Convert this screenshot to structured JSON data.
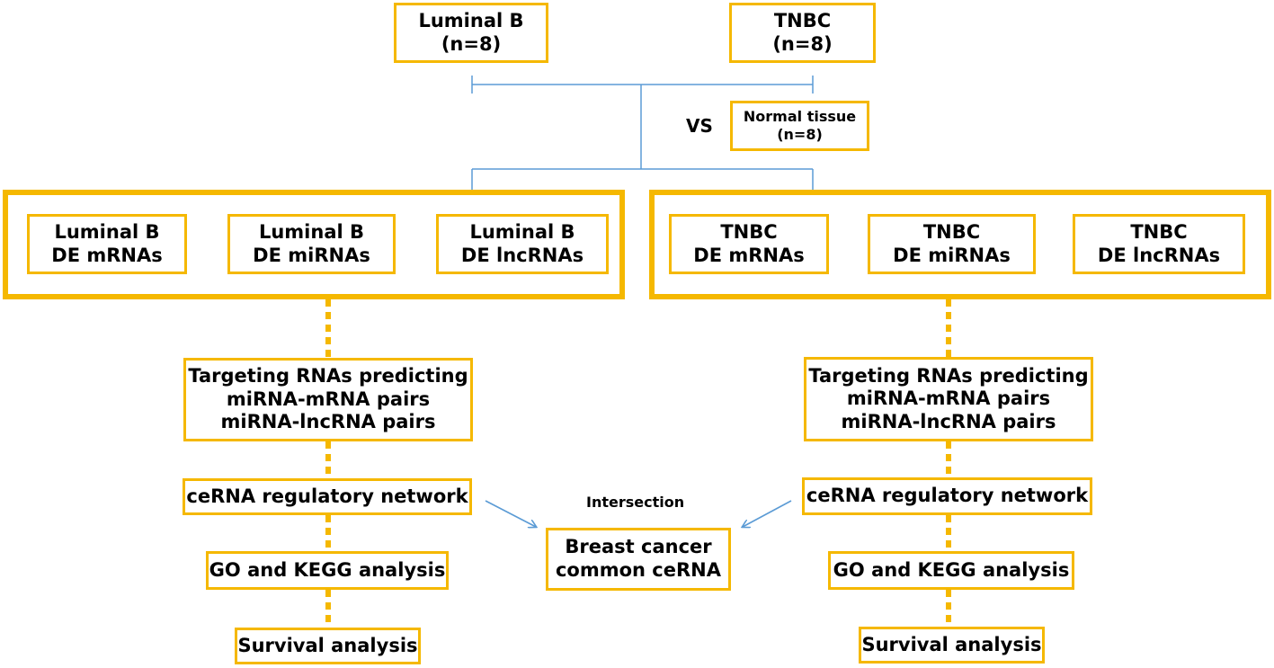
{
  "top": {
    "luminal_b": {
      "line1": "Luminal B",
      "line2": "(n=8)"
    },
    "tnbc": {
      "line1": "TNBC",
      "line2": "(n=8)"
    },
    "vs": "VS",
    "normal": {
      "line1": "Normal tissue",
      "line2": "(n=8)"
    }
  },
  "left_group": {
    "mrna": {
      "line1": "Luminal B",
      "line2": "DE mRNAs"
    },
    "mirna": {
      "line1": "Luminal B",
      "line2": "DE miRNAs"
    },
    "lncrna": {
      "line1": "Luminal B",
      "line2": "DE lncRNAs"
    }
  },
  "right_group": {
    "mrna": {
      "line1": "TNBC",
      "line2": "DE mRNAs"
    },
    "mirna": {
      "line1": "TNBC",
      "line2": "DE miRNAs"
    },
    "lncrna": {
      "line1": "TNBC",
      "line2": "DE lncRNAs"
    }
  },
  "left_flow": {
    "targeting": {
      "line1": "Targeting RNAs predicting",
      "line2": "miRNA-mRNA pairs",
      "line3": "miRNA-lncRNA pairs"
    },
    "cerna": "ceRNA regulatory network",
    "go_kegg": "GO and KEGG analysis",
    "survival": "Survival analysis"
  },
  "right_flow": {
    "targeting": {
      "line1": "Targeting RNAs predicting",
      "line2": "miRNA-mRNA pairs",
      "line3": "miRNA-lncRNA pairs"
    },
    "cerna": "ceRNA regulatory network",
    "go_kegg": "GO and KEGG analysis",
    "survival": "Survival analysis"
  },
  "center": {
    "intersection": "Intersection",
    "common": {
      "line1": "Breast cancer",
      "line2": "common ceRNA"
    }
  },
  "colors": {
    "box_border": "#f5b800",
    "connector": "#5b9bd5",
    "text": "#000000"
  }
}
